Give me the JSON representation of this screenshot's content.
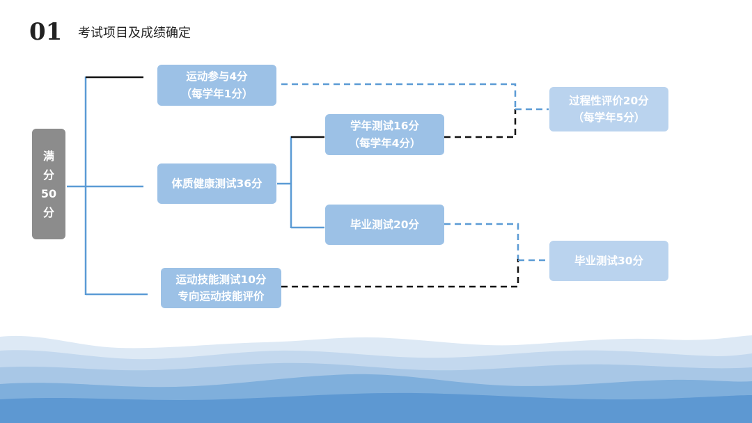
{
  "header": {
    "number": "01",
    "title": "考试项目及成绩确定"
  },
  "total": {
    "chars": [
      "满",
      "分",
      "50",
      "分"
    ]
  },
  "items": {
    "participation": {
      "line1": "运动参与4分",
      "line2": "（每学年1分）"
    },
    "health_test": {
      "line1": "体质健康测试36分"
    },
    "skills_test": {
      "line1": "运动技能测试10分",
      "line2": "专向运动技能评价"
    },
    "annual_test": {
      "line1": "学年测试16分",
      "line2": "（每学年4分）"
    },
    "graduation_test": {
      "line1": "毕业测试20分"
    },
    "process_eval": {
      "line1": "过程性评价20分",
      "line2": "（每学年5分）"
    },
    "graduation_total": {
      "line1": "毕业测试30分"
    }
  },
  "colors": {
    "solid_line": "#5b9bd5",
    "black_line": "#111111",
    "dashed_line": "#5b9bd5",
    "box_primary": "#9cc1e6",
    "box_secondary": "#bad3ee",
    "total_box": "#8c8c8c"
  }
}
